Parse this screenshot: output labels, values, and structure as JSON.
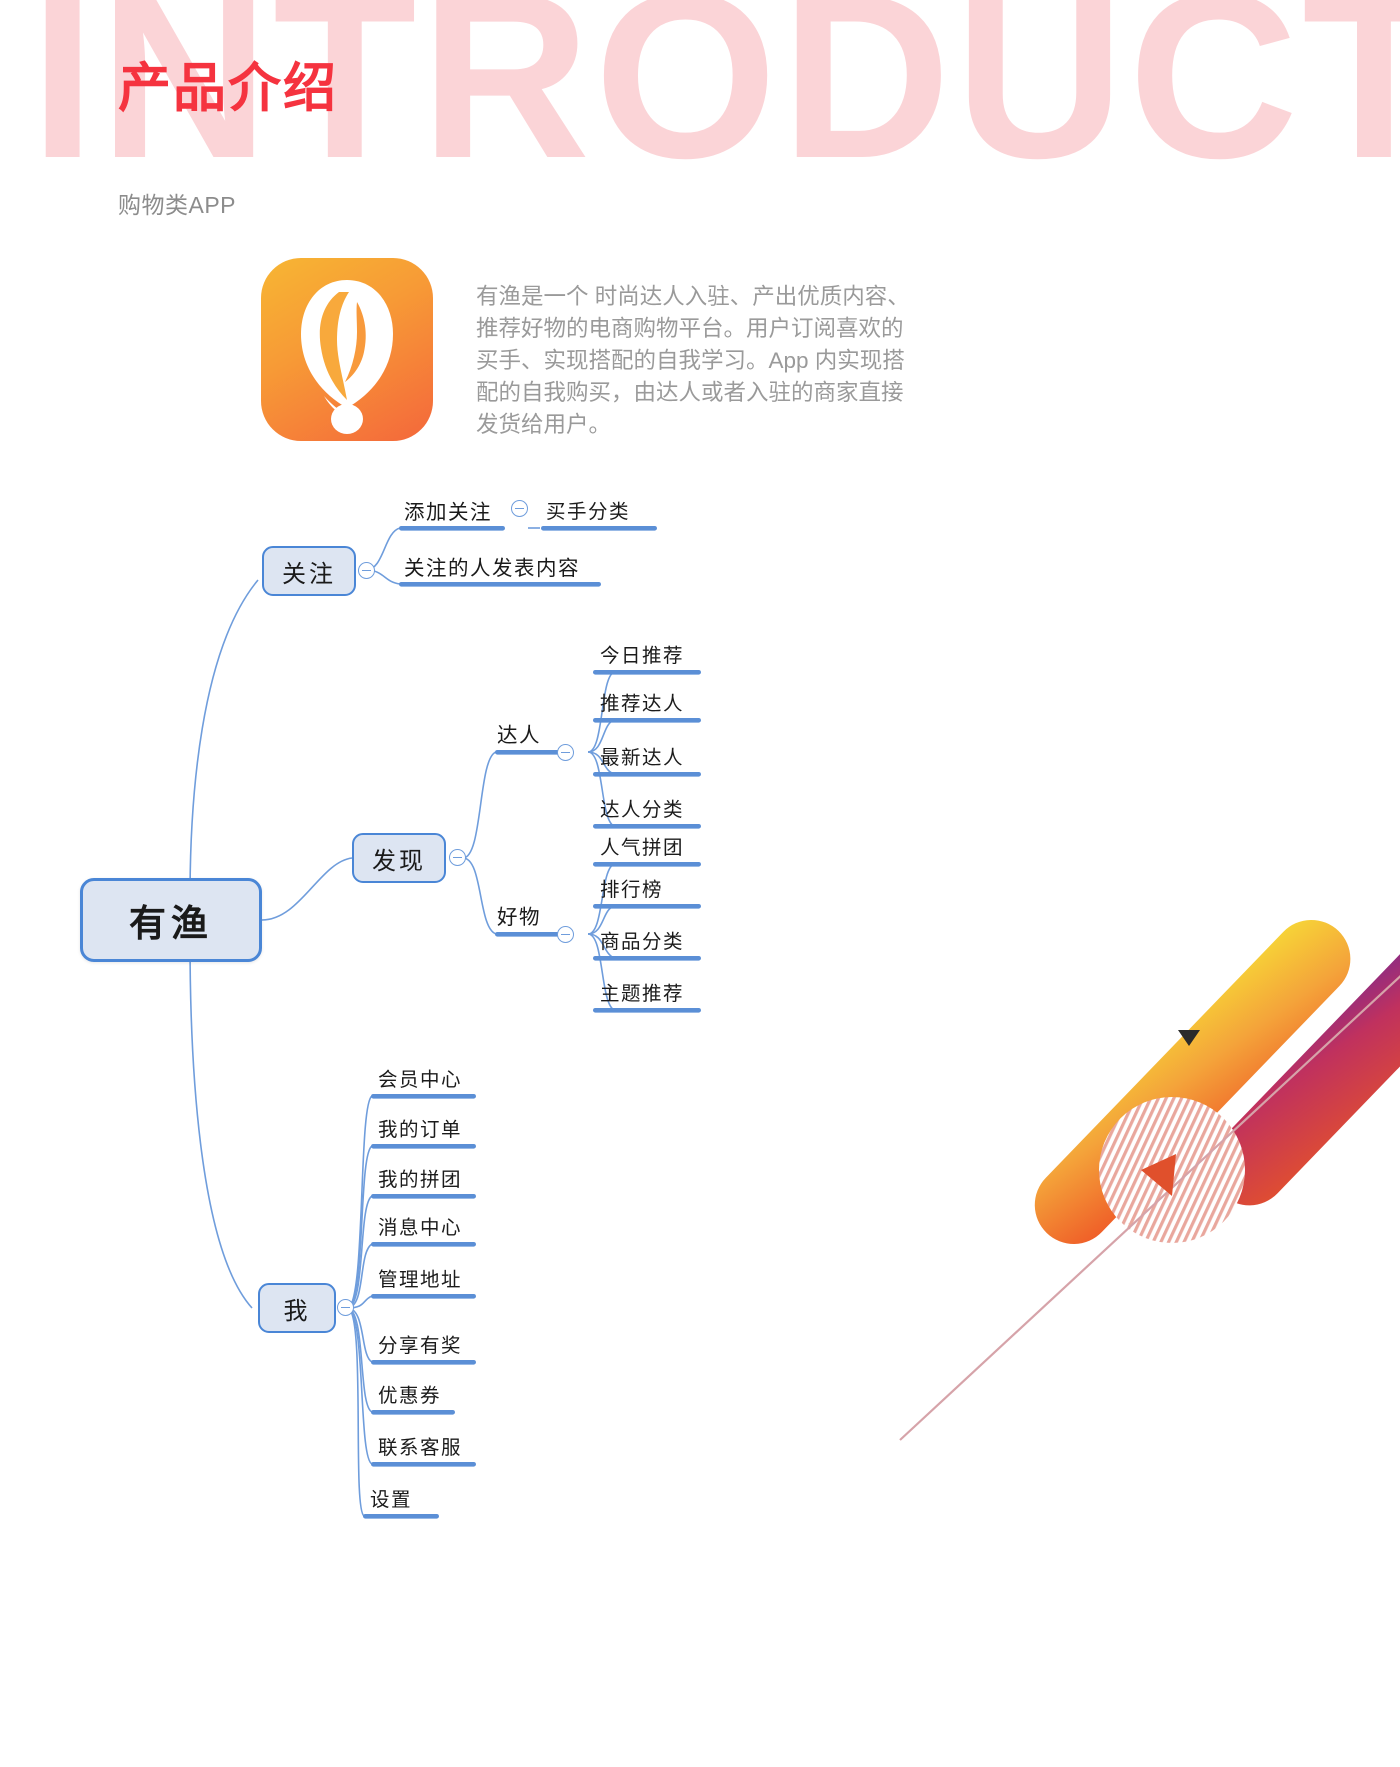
{
  "header": {
    "background_word": "INTRODUCT",
    "title": "产品介绍",
    "subtitle": "购物类APP"
  },
  "app": {
    "icon_name": "youyu-app-icon",
    "icon_gradient_from": "#f7b633",
    "icon_gradient_to": "#f4673b",
    "description": "有渔是一个 时尚达人入驻、产出优质内容、\n推荐好物的电商购物平台。用户订阅喜欢的\n买手、实现搭配的自我学习。App 内实现搭\n配的自我购买，由达人或者入驻的商家直接\n发货给用户。"
  },
  "mindmap": {
    "accent": "#4a86d6",
    "node_fill": "#dde5f2",
    "root": "有渔",
    "branches": [
      {
        "label": "关注",
        "children": [
          {
            "label": "添加关注",
            "children": [
              {
                "label": "买手分类"
              }
            ]
          },
          {
            "label": "关注的人发表内容"
          }
        ]
      },
      {
        "label": "发现",
        "children": [
          {
            "label": "达人",
            "children": [
              {
                "label": "今日推荐"
              },
              {
                "label": "推荐达人"
              },
              {
                "label": "最新达人"
              },
              {
                "label": "达人分类"
              }
            ]
          },
          {
            "label": "好物",
            "children": [
              {
                "label": "人气拼团"
              },
              {
                "label": "排行榜"
              },
              {
                "label": "商品分类"
              },
              {
                "label": "主题推荐"
              }
            ]
          }
        ]
      },
      {
        "label": "我",
        "children": [
          {
            "label": "会员中心"
          },
          {
            "label": "我的订单"
          },
          {
            "label": "我的拼团"
          },
          {
            "label": "消息中心"
          },
          {
            "label": "管理地址"
          },
          {
            "label": "分享有奖"
          },
          {
            "label": "优惠券"
          },
          {
            "label": "联系客服"
          },
          {
            "label": "设置"
          }
        ]
      }
    ]
  },
  "decoration": {
    "bar_yellow_orange_from": "#f6d63c",
    "bar_yellow_orange_to": "#ef5a27",
    "bar_purple_red_from": "#8e2b8e",
    "bar_purple_red_to": "#e04a32",
    "hatch_circle_color": "#e8a9a0",
    "thin_line_color": "#d4a0a6"
  }
}
